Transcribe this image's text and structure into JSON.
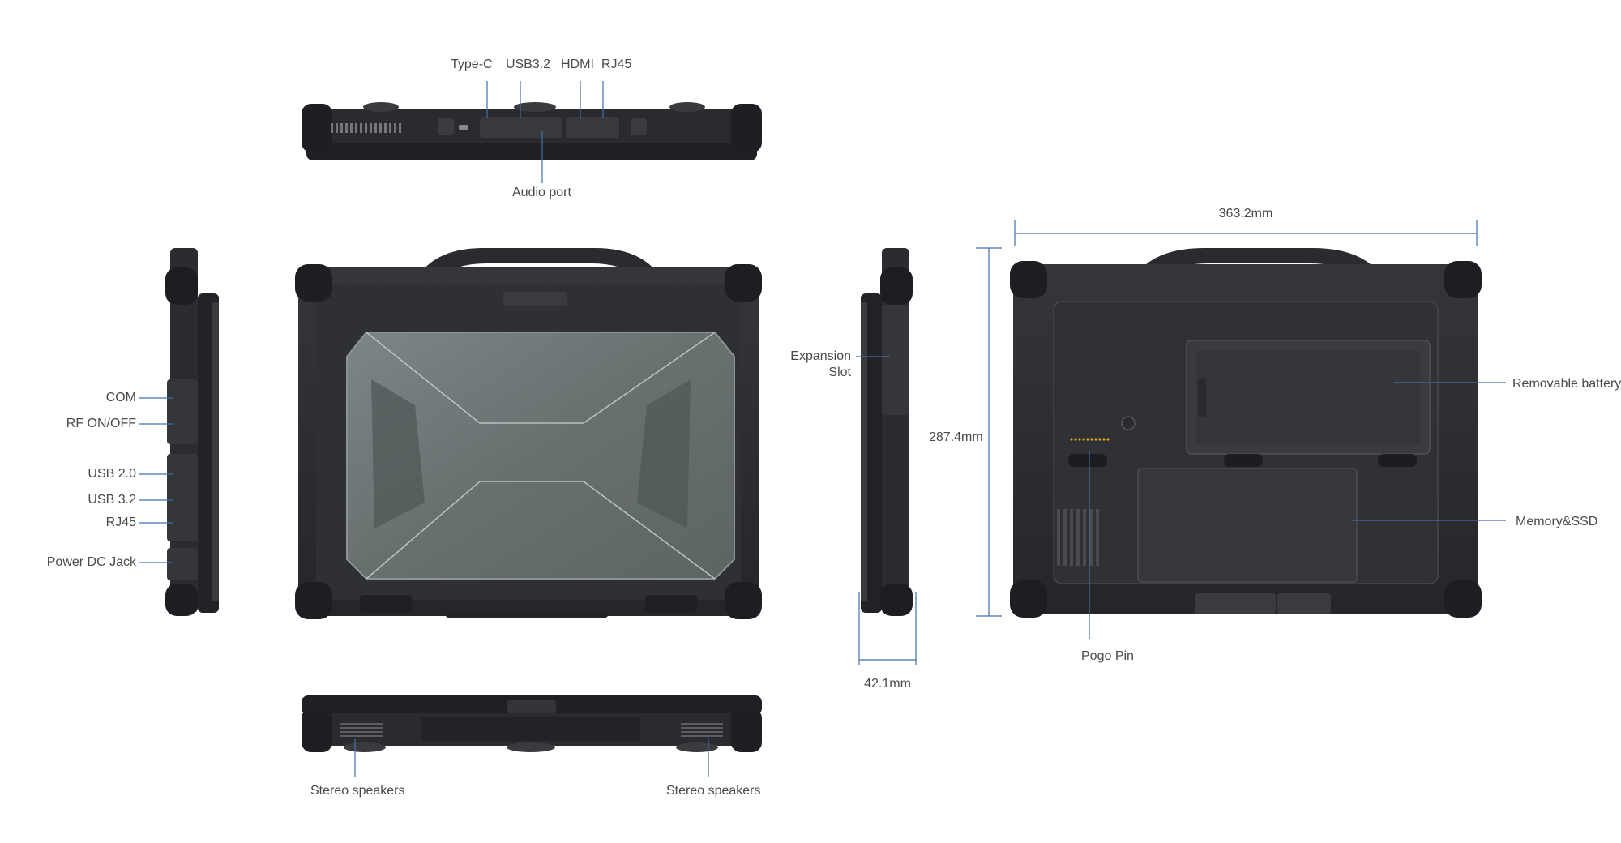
{
  "top_view": {
    "type_c": "Type-C",
    "usb32": "USB3.2",
    "hdmi": "HDMI",
    "rj45": "RJ45",
    "audio": "Audio port"
  },
  "left_view": {
    "com": "COM",
    "rf": "RF ON/OFF",
    "usb20": "USB 2.0",
    "usb32": "USB 3.2",
    "rj45": "RJ45",
    "power": "Power DC Jack"
  },
  "right_view": {
    "expansion_line1": "Expansion",
    "expansion_line2": "Slot",
    "thickness": "42.1mm"
  },
  "back_view": {
    "width": "363.2mm",
    "height": "287.4mm",
    "battery": "Removable battery",
    "memory": "Memory&SSD",
    "pogo": "Pogo Pin"
  },
  "bottom_view": {
    "speaker_left": "Stereo speakers",
    "speaker_right": "Stereo speakers"
  },
  "colors": {
    "body": "#2b2c2e",
    "body_dark": "#1c1d1f",
    "screen": "#6e7578",
    "callout": "#3d6fae",
    "pogo_pins": "#d9a520"
  }
}
